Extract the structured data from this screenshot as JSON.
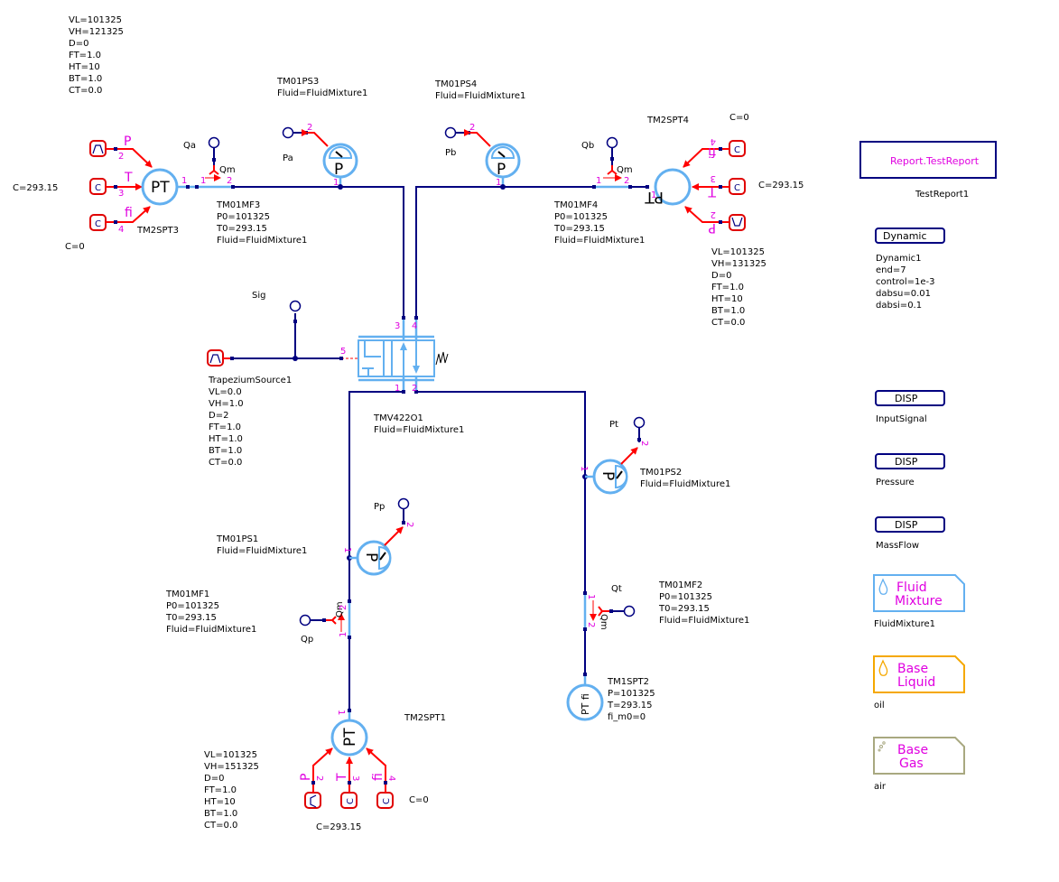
{
  "diagram": {
    "components": {
      "tm2spt3": {
        "name": "TM2SPT3",
        "params": [
          "VL=101325",
          "VH=121325",
          "D=0",
          "FT=1.0",
          "HT=10",
          "BT=1.0",
          "CT=0.0"
        ],
        "symbol": "PT",
        "signals": {
          "p": "P",
          "t": "T",
          "fi": "fi"
        },
        "pins": {
          "p": "2",
          "t": "3",
          "fi": "4",
          "out": "1"
        },
        "const_t": "C=293.15",
        "const_fi": "C=0"
      },
      "tm01mf3": {
        "name": "TM01MF3",
        "params": [
          "P0=101325",
          "T0=293.15",
          "Fluid=FluidMixture1"
        ],
        "sensor_label": "Qm",
        "pin1": "1",
        "pin2": "2",
        "probe": "Qa"
      },
      "tm01ps3": {
        "name": "TM01PS3",
        "params": [
          "Fluid=FluidMixture1"
        ],
        "symbol": "P",
        "pin1": "1",
        "pin2": "2",
        "probe": "Pa"
      },
      "tm01ps4": {
        "name": "TM01PS4",
        "params": [
          "Fluid=FluidMixture1"
        ],
        "symbol": "P",
        "pin1": "1",
        "pin2": "2",
        "probe": "Pb"
      },
      "tm01mf4": {
        "name": "TM01MF4",
        "params": [
          "P0=101325",
          "T0=293.15",
          "Fluid=FluidMixture1"
        ],
        "sensor_label": "Qm",
        "pin1": "1",
        "pin2": "2",
        "probe": "Qb"
      },
      "tm2spt4": {
        "name": "TM2SPT4",
        "params": [
          "VL=101325",
          "VH=131325",
          "D=0",
          "FT=1.0",
          "HT=10",
          "BT=1.0",
          "CT=0.0"
        ],
        "symbol": "PT",
        "signals": {
          "p": "P",
          "t": "T",
          "fi": "fi"
        },
        "pins": {
          "p": "2",
          "t": "3",
          "fi": "4",
          "out": "1"
        },
        "const_t": "C=293.15",
        "const_fi": "C=0"
      },
      "trapezium": {
        "name": "TrapeziumSource1",
        "params": [
          "VL=0.0",
          "VH=1.0",
          "D=2",
          "FT=1.0",
          "HT=1.0",
          "BT=1.0",
          "CT=0.0"
        ],
        "probe": "Sig"
      },
      "valve": {
        "name": "TMV422O1",
        "params": [
          "Fluid=FluidMixture1"
        ],
        "pins": [
          "1",
          "2",
          "3",
          "4",
          "5"
        ]
      },
      "tm01ps1": {
        "name": "TM01PS1",
        "params": [
          "Fluid=FluidMixture1"
        ],
        "symbol": "P",
        "pin1": "1",
        "pin2": "2",
        "probe": "Pp"
      },
      "tm01mf1": {
        "name": "TM01MF1",
        "params": [
          "P0=101325",
          "T0=293.15",
          "Fluid=FluidMixture1"
        ],
        "sensor_label": "Qm",
        "pin1": "1",
        "pin2": "2",
        "probe": "Qp"
      },
      "tm2spt1": {
        "name": "TM2SPT1",
        "params": [
          "VL=101325",
          "VH=151325",
          "D=0",
          "FT=1.0",
          "HT=10",
          "BT=1.0",
          "CT=0.0"
        ],
        "symbol": "PT",
        "signals": {
          "p": "P",
          "t": "T",
          "fi": "fi"
        },
        "pins": {
          "p": "2",
          "t": "3",
          "fi": "4",
          "out": "1"
        },
        "const_t": "C=293.15",
        "const_fi": "C=0"
      },
      "tm01ps2": {
        "name": "TM01PS2",
        "params": [
          "Fluid=FluidMixture1"
        ],
        "symbol": "P",
        "pin1": "1",
        "pin2": "2",
        "probe": "Pt"
      },
      "tm01mf2": {
        "name": "TM01MF2",
        "params": [
          "P0=101325",
          "T0=293.15",
          "Fluid=FluidMixture1"
        ],
        "sensor_label": "Qm",
        "pin1": "1",
        "pin2": "2",
        "probe": "Qt"
      },
      "tm1spt2": {
        "name": "TM1SPT2",
        "params": [
          "P=101325",
          "T=293.15",
          "fi_m0=0"
        ],
        "symbol": "PT fi"
      }
    },
    "sidebar": {
      "report": {
        "label": "Report.TestReport",
        "name": "TestReport1"
      },
      "dynamic": {
        "label": "Dynamic",
        "name": "Dynamic1",
        "params": [
          "end=7",
          "control=1e-3",
          "dabsu=0.01",
          "dabsi=0.1"
        ]
      },
      "displays": [
        {
          "label": "DISP",
          "name": "InputSignal"
        },
        {
          "label": "DISP",
          "name": "Pressure"
        },
        {
          "label": "DISP",
          "name": "MassFlow"
        }
      ],
      "fluids": [
        {
          "line1": "Fluid",
          "line2": "Mixture",
          "name": "FluidMixture1",
          "color": "#63b0f0",
          "icon": "droplet-mixture-icon"
        },
        {
          "line1": "Base",
          "line2": "Liquid",
          "name": "oil",
          "color": "#f5a800",
          "icon": "droplet-icon"
        },
        {
          "line1": "Base",
          "line2": "Gas",
          "name": "air",
          "color": "#a8a880",
          "icon": "gas-bubbles-icon"
        }
      ]
    },
    "colors": {
      "wire": "#000080",
      "component": "#63b0f0",
      "signal": "#ff0000",
      "label_accent": "#e000e0"
    }
  }
}
